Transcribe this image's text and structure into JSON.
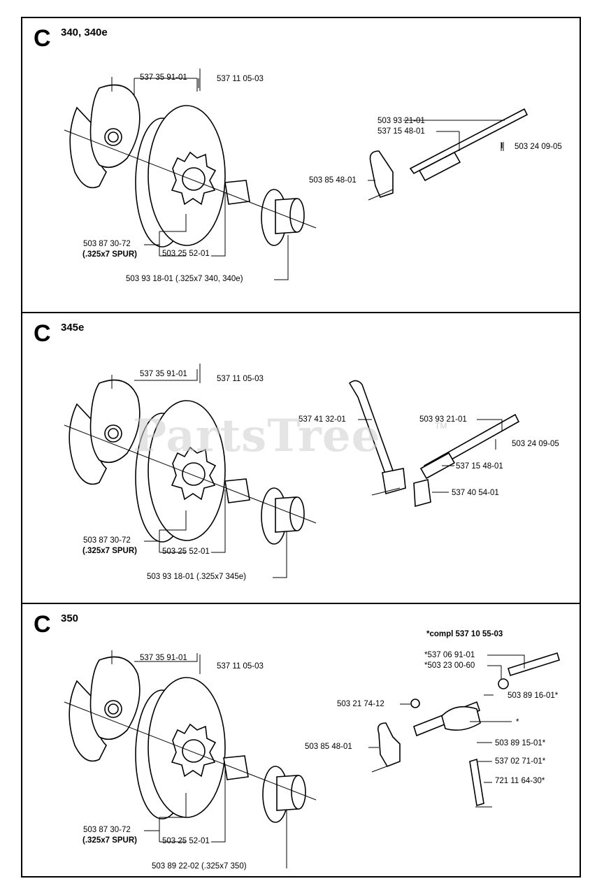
{
  "watermark": {
    "text": "PartsTree",
    "tm": "TM"
  },
  "panels": [
    {
      "letter": "C",
      "model": "340, 340e",
      "labels": {
        "shoe": "537 35 91-01",
        "clutch": "537 11 05-03",
        "drum": "503 87 30-72",
        "drum_spec": "(.325x7 SPUR)",
        "bearing": "503 25 52-01",
        "rim": "503 93 18-01 (.325x7  340, 340e)",
        "shaft": "503 93 21-01",
        "shaft2": "537 15 48-01",
        "pin": "503 24 09-05",
        "block": "503 85 48-01"
      }
    },
    {
      "letter": "C",
      "model": "345e",
      "labels": {
        "shoe": "537 35 91-01",
        "clutch": "537 11 05-03",
        "drum": "503 87 30-72",
        "drum_spec": "(.325x7 SPUR)",
        "bearing": "503 25 52-01",
        "rim": "503 93 18-01 (.325x7  345e)",
        "arm": "537 41 32-01",
        "shaft": "503 93 21-01",
        "pin": "503 24 09-05",
        "shaft2": "537 15 48-01",
        "block": "537 40 54-01"
      }
    },
    {
      "letter": "C",
      "model": "350",
      "labels": {
        "shoe": "537 35 91-01",
        "clutch": "537 11 05-03",
        "drum": "503 87 30-72",
        "drum_spec": "(.325x7 SPUR)",
        "bearing": "503 25 52-01",
        "rim": "503 89 22-02 (.325x7  350)",
        "compl": "*compl 537 10 55-03",
        "p1": "*537 06 91-01",
        "p2": "*503 23 00-60",
        "screw": "503 21 74-12",
        "p3": "503 89 16-01*",
        "star": "*",
        "block": "503 85 48-01",
        "p4": "503 89 15-01*",
        "p5": "537 02 71-01*",
        "p6": "721 11 64-30*"
      }
    }
  ]
}
